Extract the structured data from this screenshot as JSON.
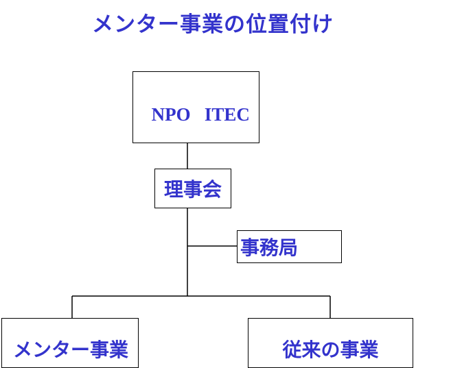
{
  "diagram": {
    "title": "メンター事業の位置付け",
    "nodes": {
      "organization": "NPO   ITEC",
      "board": "理事会",
      "office": "事務局",
      "mentor_business": "メンター事業",
      "legacy_business": "従来の事業"
    },
    "edges": [
      {
        "from": "organization",
        "to": "board"
      },
      {
        "from": "board",
        "to": "office"
      },
      {
        "from": "board",
        "to": "mentor_business"
      },
      {
        "from": "board",
        "to": "legacy_business"
      }
    ],
    "colors": {
      "text": "#3333cc",
      "line": "#000000",
      "background": "#ffffff"
    }
  }
}
